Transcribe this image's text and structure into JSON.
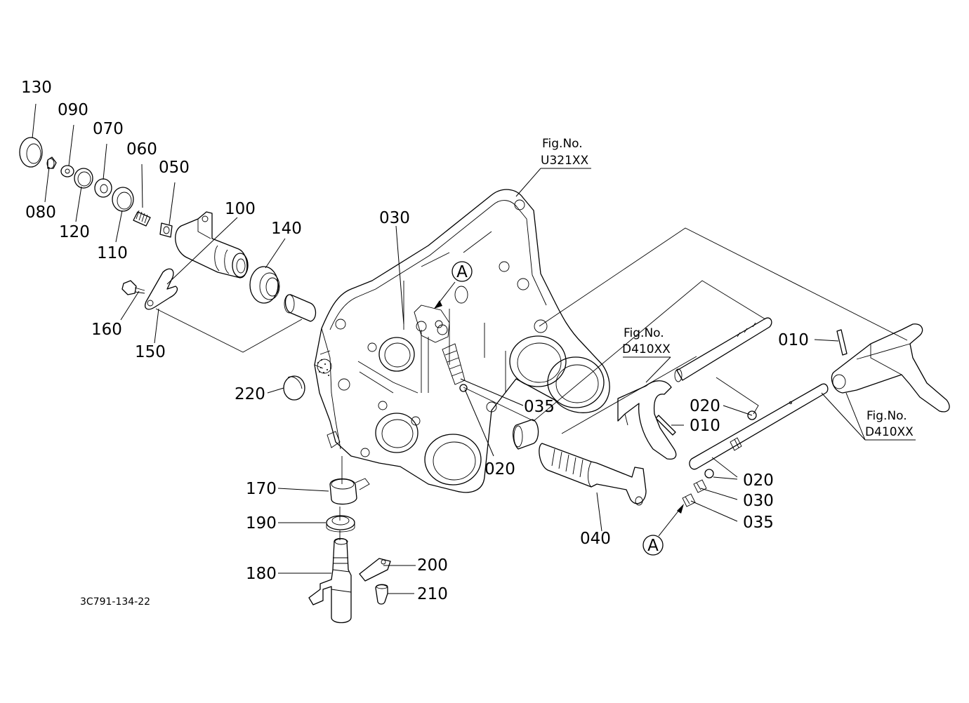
{
  "diagram_id": "3C791-134-22",
  "callouts": {
    "p130": "130",
    "p090": "090",
    "p070": "070",
    "p060": "060",
    "p050": "050",
    "p080": "080",
    "p120": "120",
    "p110": "110",
    "p100": "100",
    "p140": "140",
    "p160": "160",
    "p150": "150",
    "p030_top": "030",
    "p220": "220",
    "p035_mid": "035",
    "p020_mid": "020",
    "p170": "170",
    "p190": "190",
    "p180": "180",
    "p200": "200",
    "p210": "210",
    "p040": "040",
    "p010_top": "010",
    "p020_right": "020",
    "p010_mid": "010",
    "p020_low": "020",
    "p030_low": "030",
    "p035_low": "035"
  },
  "figure_refs": {
    "top": {
      "line1": "Fig.No.",
      "line2": "U321XX"
    },
    "mid": {
      "line1": "Fig.No.",
      "line2": "D410XX"
    },
    "right": {
      "line1": "Fig.No.",
      "line2": "D410XX"
    }
  },
  "view_markers": {
    "upper": "A",
    "lower": "A"
  }
}
